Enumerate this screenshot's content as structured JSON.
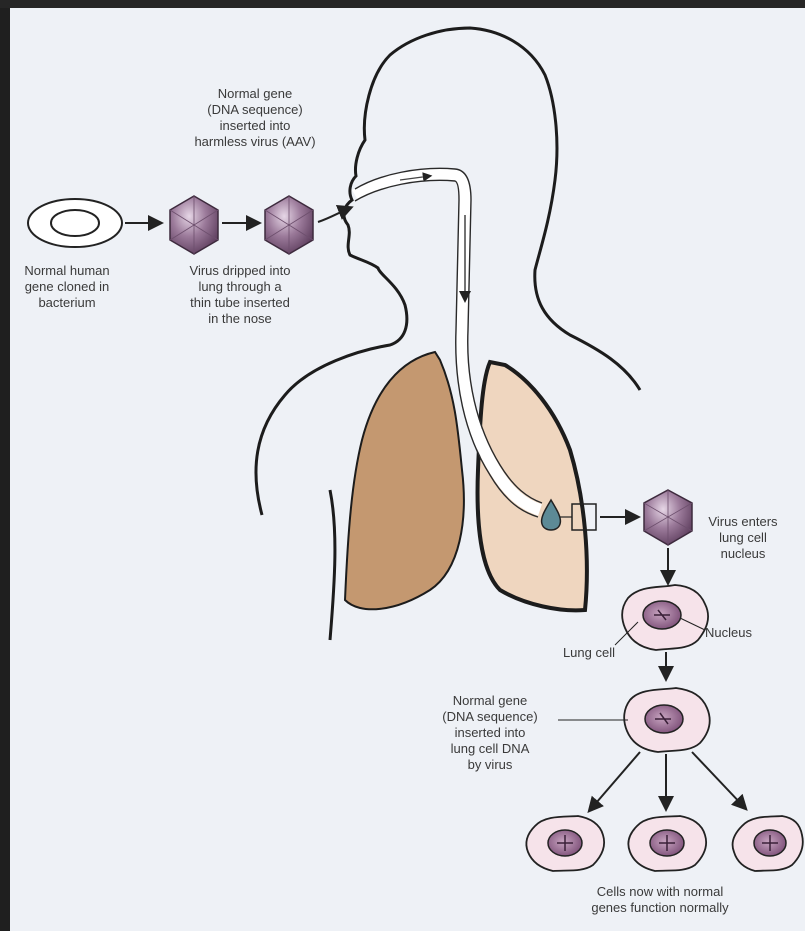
{
  "labels": {
    "normal_gene_aav": "Normal gene\n(DNA sequence)\ninserted into\nharmless virus (AAV)",
    "normal_human_gene": "Normal human\ngene cloned in\nbacterium",
    "virus_dripped": "Virus dripped into\nlung through a\nthin tube inserted\nin the nose",
    "virus_enters": "Virus enters\nlung cell\nnucleus",
    "nucleus": "Nucleus",
    "lung_cell": "Lung cell",
    "normal_gene_lung": "Normal gene\n(DNA sequence)\ninserted into\nlung cell DNA\nby virus",
    "cells_now_normal": "Cells now with normal\ngenes function normally"
  },
  "colors": {
    "background": "#eef1f6",
    "lung_left": "#c49870",
    "lung_right": "#efd6bf",
    "virus": "#8f6c8e",
    "cell_fill": "#f6e3ea",
    "nucleus": "#9a6a92",
    "outline": "#222222"
  }
}
